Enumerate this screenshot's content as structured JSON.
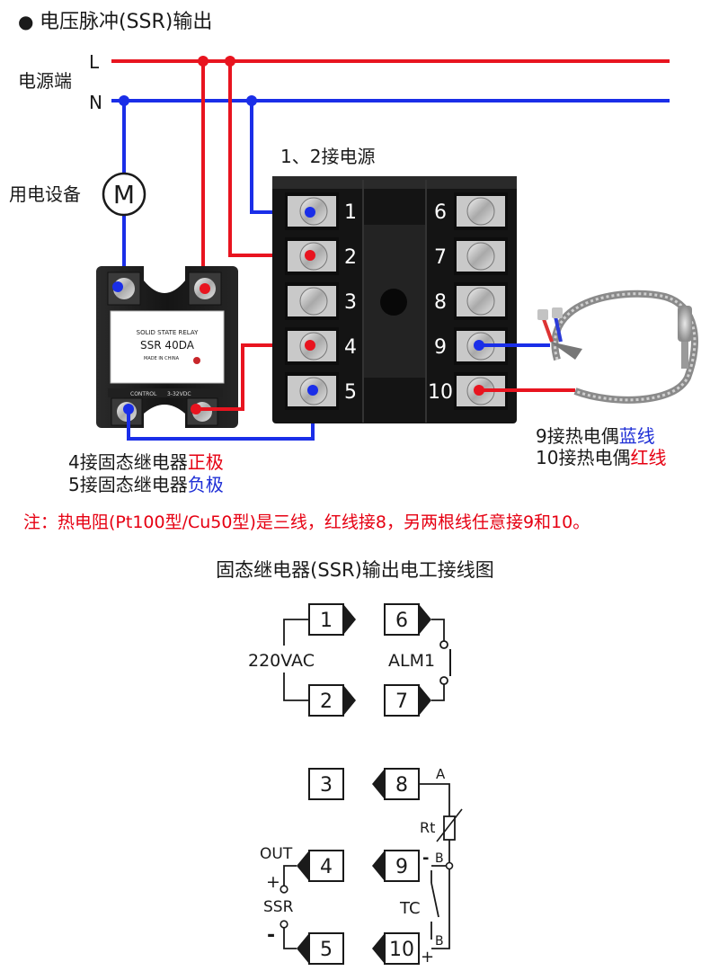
{
  "header": {
    "bullet": "●",
    "title": "电压脉冲(SSR)输出"
  },
  "power": {
    "label": "电源端",
    "line_L": "L",
    "line_N": "N"
  },
  "device": {
    "label": "用电设备",
    "motor_symbol": "M"
  },
  "controller": {
    "power_note": "1、2接电源",
    "left_terminals": [
      "1",
      "2",
      "3",
      "4",
      "5"
    ],
    "right_terminals": [
      "6",
      "7",
      "8",
      "9",
      "10"
    ]
  },
  "ssr_module": {
    "line1": "SOLID STATE RELAY",
    "model": "SSR 40DA",
    "line3": "MADE IN CHINA",
    "control_label": "CONTROL",
    "voltage_label": "3-32VDC"
  },
  "ssr_notes": {
    "line4_prefix": "4接固态继电器",
    "line4_highlight": "正极",
    "line5_prefix": "5接固态继电器",
    "line5_highlight": "负极"
  },
  "thermo_notes": {
    "line9_prefix": "9接热电偶",
    "line9_highlight": "蓝线",
    "line10_prefix": "10接热电偶",
    "line10_highlight": "红线"
  },
  "rtd_note": "注：热电阻(Pt100型/Cu50型)是三线，红线接8，另两根线任意接9和10。",
  "schematic": {
    "title": "固态继电器(SSR)输出电工接线图",
    "voltage": "220VAC",
    "alarm": "ALM1",
    "terminals": [
      "1",
      "2",
      "3",
      "4",
      "5",
      "6",
      "7",
      "8",
      "9",
      "10"
    ],
    "out_label": "OUT",
    "ssr_label": "SSR",
    "plus": "+",
    "minus": "-",
    "rt_label": "Rt",
    "tc_label": "TC",
    "a_label": "A",
    "b_label": "B",
    "b2_label": "B"
  },
  "colors": {
    "red_wire": "#e8141f",
    "blue_wire": "#1a2ee8",
    "red_text": "#e60012",
    "blue_text": "#1f2fd6"
  }
}
